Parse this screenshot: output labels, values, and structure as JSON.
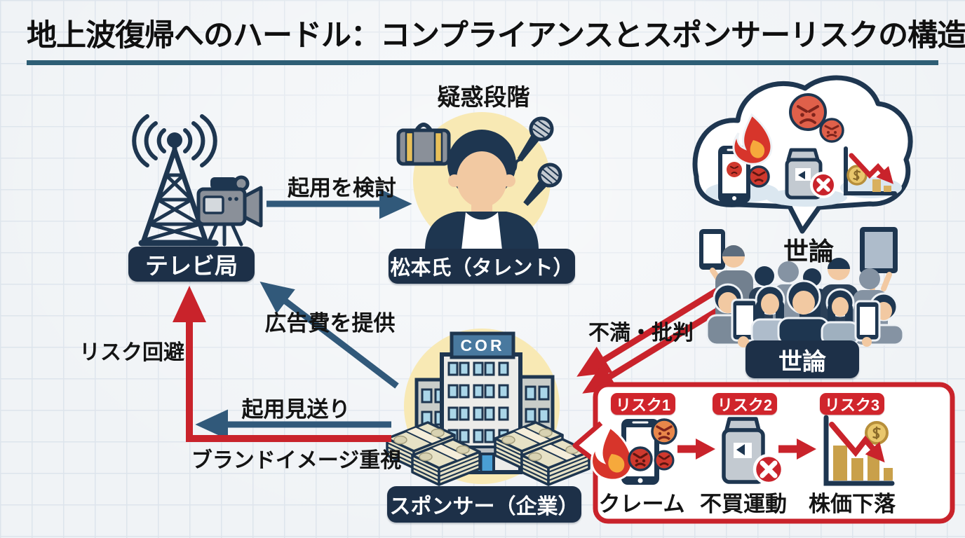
{
  "title": "地上波復帰へのハードル：コンプライアンスとスポンサーリスクの構造",
  "nodes": {
    "tv_station": {
      "label": "テレビ局"
    },
    "talent": {
      "label": "松本氏（タレント）",
      "stage": "疑惑段階"
    },
    "public": {
      "cloud_caption": "世論",
      "label": "世論"
    },
    "sponsor": {
      "label": "スポンサー（企業）",
      "building_sign": "COR"
    }
  },
  "edges": {
    "consider": "起用を検討",
    "ad_fee": "広告費を提供",
    "complaints": "不満・批判",
    "decline": "起用見送り",
    "risk_avoidance": "リスク回避",
    "brand_image": "ブランドイメージ重視"
  },
  "risk_panel": {
    "items": [
      {
        "badge": "リスク1",
        "label": "クレーム"
      },
      {
        "badge": "リスク2",
        "label": "不買運動"
      },
      {
        "badge": "リスク3",
        "label": "株価下落"
      }
    ]
  },
  "colors": {
    "navy": "#1d3048",
    "steel_arrow": "#31597a",
    "red": "#c9232b",
    "badge_red": "#d0252c",
    "accent_yellow": "#f8e9b4",
    "underline": "#2e5e75",
    "background": "#f0f3f6"
  }
}
